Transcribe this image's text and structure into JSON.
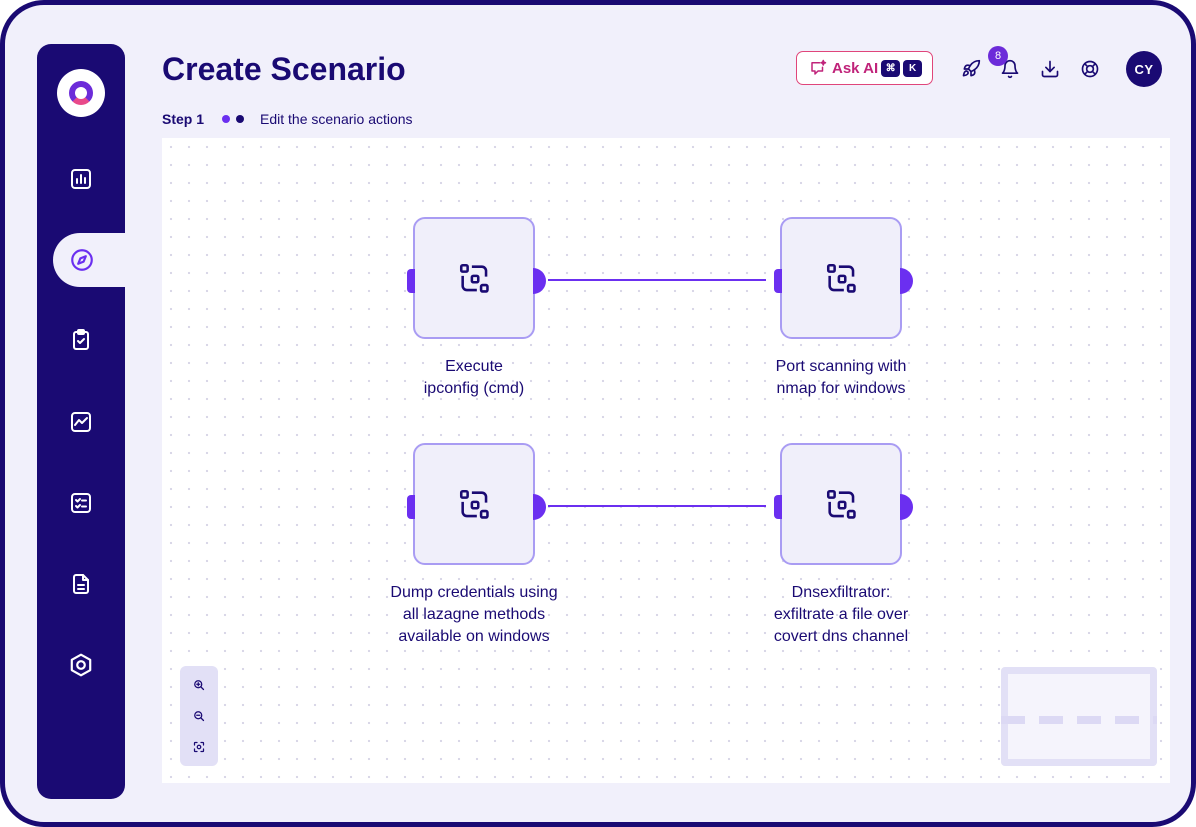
{
  "page": {
    "title": "Create Scenario",
    "step_label": "Step 1",
    "step_description": "Edit the scenario actions",
    "step_dot_colors": [
      "#6b2ff0",
      "#1a0a73"
    ]
  },
  "header": {
    "ask_ai_label": "Ask AI",
    "shortcut_keys": [
      "⌘",
      "K"
    ],
    "notification_count": "8",
    "avatar_initials": "CY",
    "icons": [
      "rocket-icon",
      "bell-icon",
      "download-icon",
      "help-icon"
    ]
  },
  "sidebar": {
    "logo": "app-logo",
    "items": [
      {
        "icon": "dashboard-icon",
        "active": false
      },
      {
        "icon": "compass-icon",
        "active": true
      },
      {
        "icon": "clipboard-check-icon",
        "active": false
      },
      {
        "icon": "chart-icon",
        "active": false
      },
      {
        "icon": "checklist-icon",
        "active": false
      },
      {
        "icon": "document-icon",
        "active": false
      },
      {
        "icon": "settings-icon",
        "active": false
      }
    ]
  },
  "nodes": [
    {
      "label_lines": [
        "Execute",
        "ipconfig (cmd)"
      ]
    },
    {
      "label_lines": [
        "Port scanning with",
        "nmap for windows"
      ]
    },
    {
      "label_lines": [
        "Dump credentials using",
        "all lazagne methods",
        "available on windows"
      ]
    },
    {
      "label_lines": [
        "Dnsexfiltrator:",
        "exfiltrate a file over",
        "covert dns channel"
      ]
    }
  ],
  "colors": {
    "brand": "#1a0a73",
    "accent": "#6b2ff0",
    "ai_accent": "#e0457a",
    "background": "#f1f0fb"
  },
  "zoom_controls": [
    "zoom-in-icon",
    "zoom-out-icon",
    "fit-view-icon"
  ]
}
